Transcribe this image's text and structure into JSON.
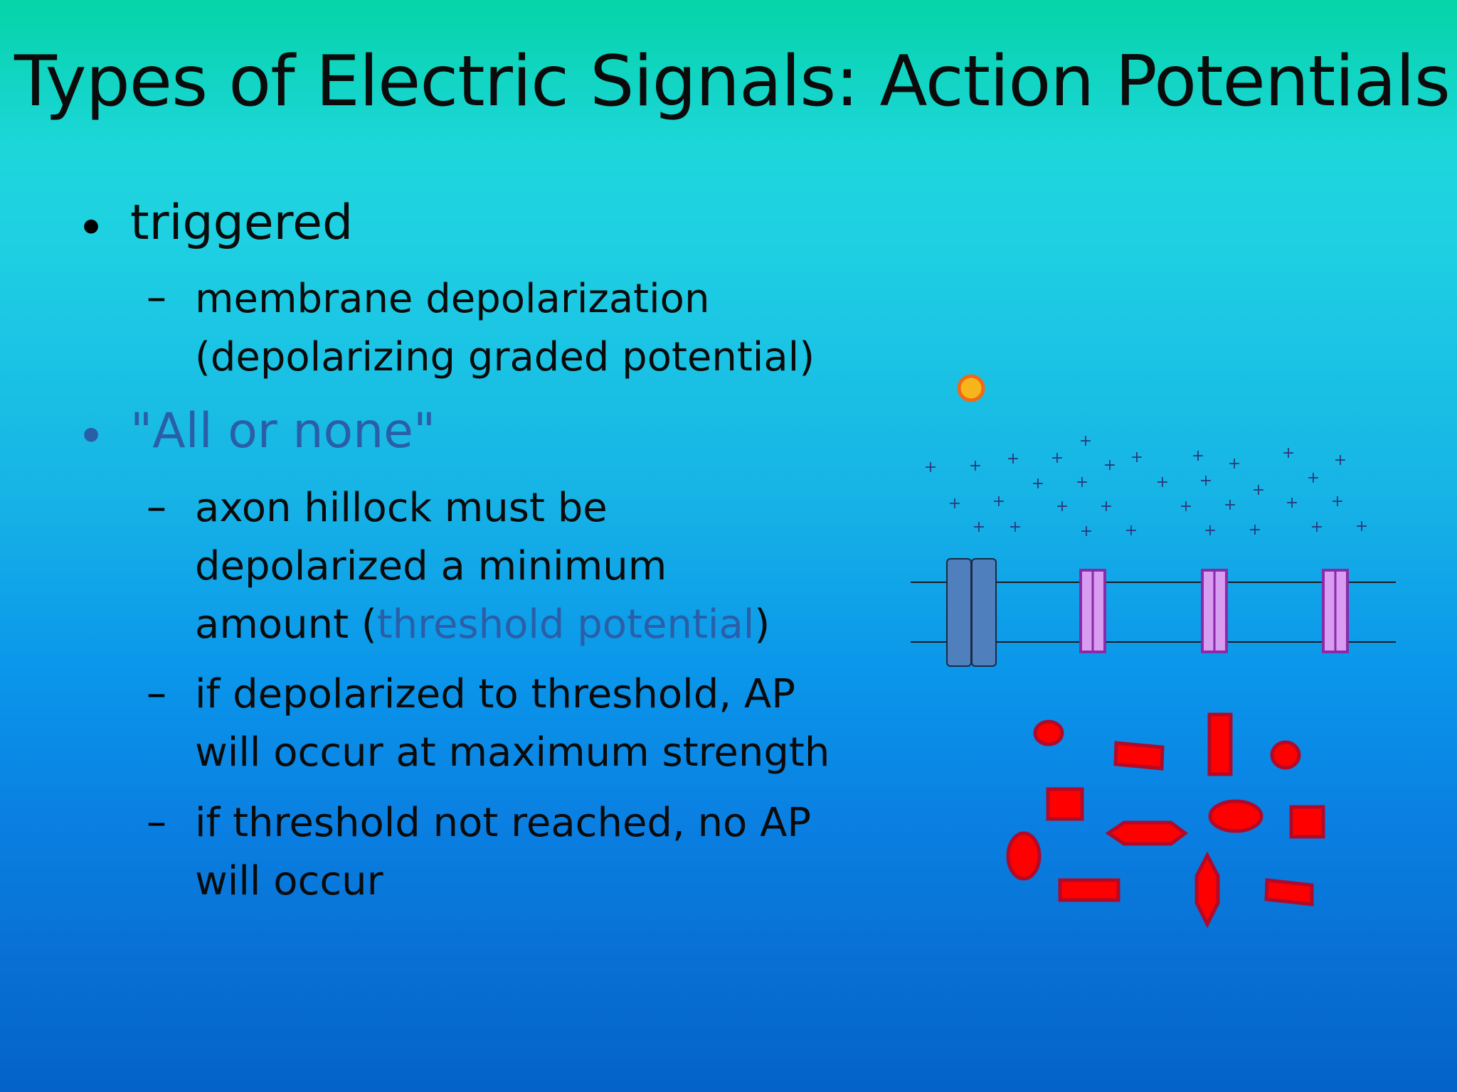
{
  "slide": {
    "title": "Types of Electric Signals: Action Potentials",
    "bullets": [
      {
        "text": "triggered",
        "sub": [
          {
            "lines": [
              "membrane depolarization",
              "(depolarizing graded potential)"
            ]
          }
        ]
      },
      {
        "text": "\"All or none\"",
        "sub": [
          {
            "line1": "axon hillock must be",
            "line2": "depolarized a minimum",
            "line3_before": "amount (",
            "line3_highlight": "threshold potential",
            "line3_after": ")"
          },
          {
            "lines": [
              "if depolarized to threshold, AP",
              "will occur at maximum strength"
            ]
          },
          {
            "lines": [
              "if threshold not reached, no AP",
              "will occur"
            ]
          }
        ]
      }
    ]
  },
  "diagram": {
    "plus_symbol": "+",
    "colors": {
      "ligand": "#f7b51c",
      "ligand_stroke": "#f06a16",
      "gated_channel": "#4f7fbd",
      "leak_channel": "#d89cf0",
      "leak_channel_stroke": "#8a2aa8",
      "ion": "#ff0000",
      "ion_stroke": "#b00a2a",
      "text_blue": "#2a5fa8"
    }
  }
}
